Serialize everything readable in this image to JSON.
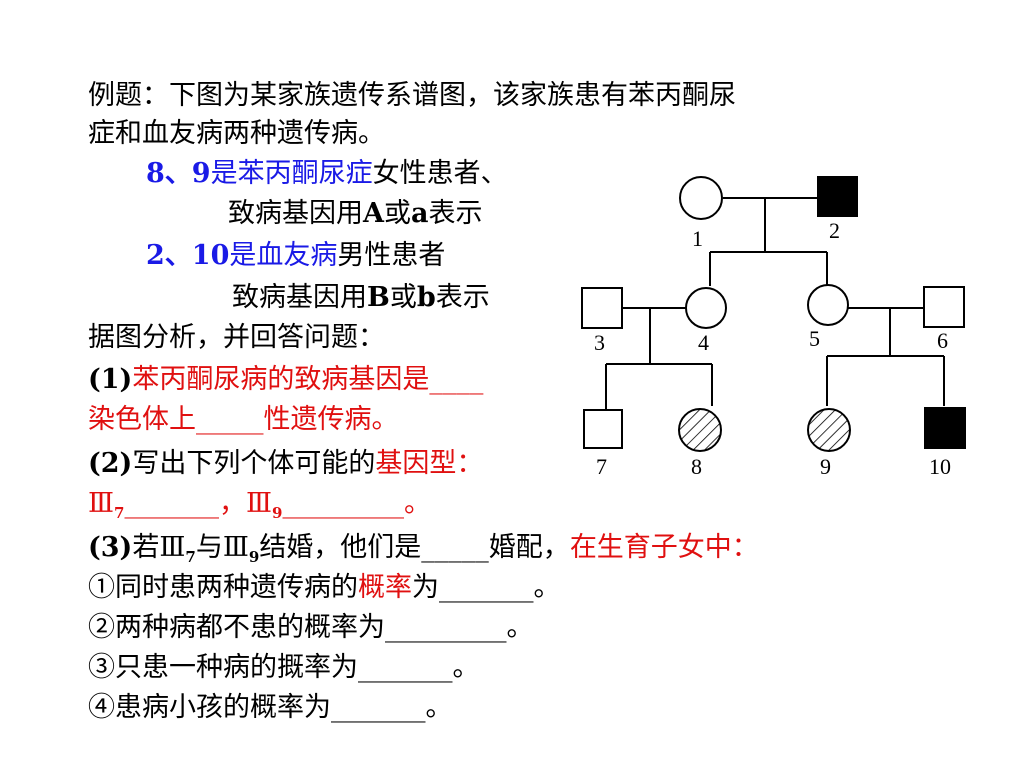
{
  "text": {
    "intro_1": "例题：下图为某家族遗传系谱图，该家族患有苯丙酮尿",
    "intro_2": "症和血友病两种遗传病。",
    "pku_ids": "8、9",
    "pku_ids_suffix": "是苯丙酮尿症",
    "pku_role": "女性患者、",
    "pku_gene_pre": "致病基因用",
    "pku_gene_letters": "A",
    "pku_gene_or": "或",
    "pku_gene_letter2": "a",
    "pku_gene_post": "表示",
    "hemo_ids": "2、10",
    "hemo_ids_suffix": "是血友病",
    "hemo_role": "男性患者",
    "hemo_gene_pre": "致病基因用",
    "hemo_gene_letter1": "B",
    "hemo_gene_or": "或",
    "hemo_gene_letter2": "b",
    "hemo_gene_post": "表示",
    "analyze": "据图分析，并回答问题：",
    "q1_num": "(1)",
    "q1_a": "苯丙酮尿病的致病基因是____",
    "q1_b": "染色体上_____性遗传病。",
    "q2_num": "(2)",
    "q2_a": "写出下列个体可能的",
    "q2_b": "基因型：",
    "q2_roman": "Ⅲ",
    "q2_sub7": "7",
    "q2_blank7": "_______，",
    "q2_sub9": "9",
    "q2_blank9": "_________。",
    "q3_num": "(3)",
    "q3_ruo": "若",
    "q3_yu": "与",
    "q3_mid": "结婚，他们是_____婚配，",
    "q3_red": "在生育子女中：",
    "i1_pre": "①同时患两种遗传病的",
    "i1_red": "概率",
    "i1_post": "为_______。",
    "i2": "②两种病都不患的概率为_________。",
    "i3": "③只患一种病的摡率为_______。",
    "i4": "④患病小孩的概率为_______。"
  },
  "pedigree": {
    "labels": [
      "1",
      "2",
      "3",
      "4",
      "5",
      "6",
      "7",
      "8",
      "9",
      "10"
    ]
  },
  "colors": {
    "blue": "#1a1ae6",
    "red": "#e01010"
  }
}
